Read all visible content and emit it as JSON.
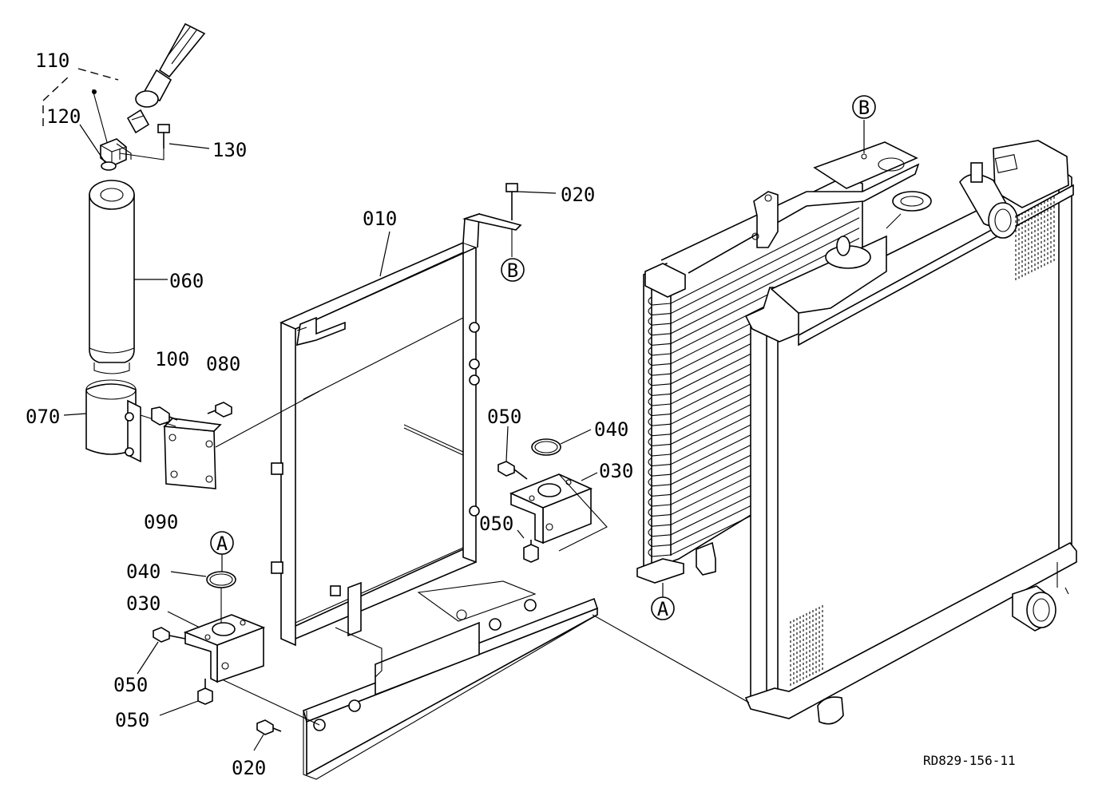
{
  "drawing_number": "RD829-156-11",
  "callouts": {
    "c010": "010",
    "c020_top": "020",
    "c020_bottom": "020",
    "c030_left": "030",
    "c030_right": "030",
    "c040_left": "040",
    "c040_right": "040",
    "c050_a": "050",
    "c050_b": "050",
    "c050_c": "050",
    "c050_d": "050",
    "c060": "060",
    "c070": "070",
    "c080": "080",
    "c090": "090",
    "c100": "100",
    "c110": "110",
    "c120": "120",
    "c130": "130"
  },
  "reference_marks": {
    "a_left": "A",
    "a_right": "A",
    "b_frame": "B",
    "b_radiator": "B"
  }
}
